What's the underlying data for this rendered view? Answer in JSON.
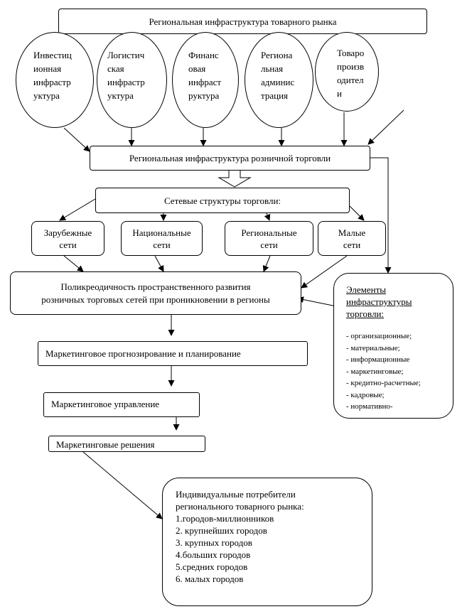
{
  "top_box": "Региональная инфраструктура товарного рынка",
  "ovals": [
    "Инвестиц\nионная\nинфрастр\nуктура",
    "Логистич\nская\nинфрастр\nуктура",
    "Финанс\nовая\nинфраст\nруктура",
    "Региона\nльная\nадминис\nтрация",
    "Товаро\nпроизв\nодител\nи"
  ],
  "retail_box": "Региональная инфраструктура розничной торговли",
  "network_box": "Сетевые структуры торговли:",
  "networks": [
    "Зарубежные\nсети",
    "Национальные\nсети",
    "Региональные\nсети",
    "Малые\nсети"
  ],
  "polycentric_box": "Поликреодичность пространственного развития\nрозничных торговых сетей при проникновении в регионы",
  "elements": {
    "title": "Элементы\nинфраструктуры\nторговли:",
    "items": [
      "- организационные;",
      "- материальные;",
      "- информационные",
      "- маркетинговые;",
      "- кредитно-расчетные;",
      "- кадровые;",
      "- нормативно-"
    ]
  },
  "forecast_box": "Маркетинговое прогнозирование и планирование",
  "management_box": "Маркетинговое управление",
  "decisions_box": "Маркетинговые решения",
  "consumers": {
    "title": "Индивидуальные потребители\nрегионального товарного рынка:",
    "items": [
      "1.городов-миллионников",
      "2. крупнейших городов",
      "3. крупных городов",
      "4.больших городов",
      "5.средних городов",
      "6. малых городов"
    ]
  }
}
